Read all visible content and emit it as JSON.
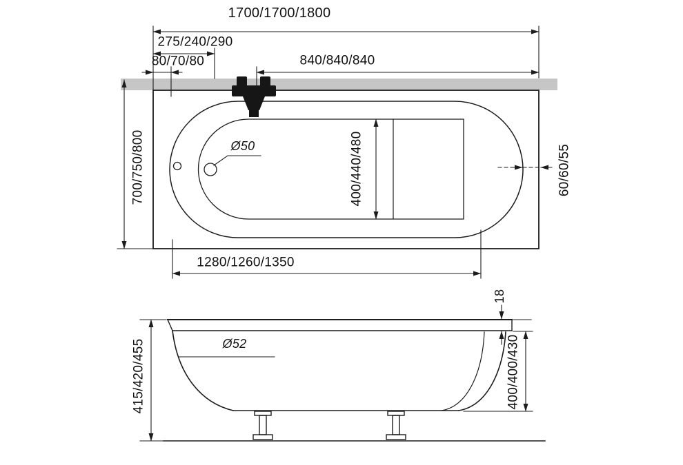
{
  "colors": {
    "line": "#1c1c1c",
    "wall_strip": "#c6c6c6",
    "background": "#ffffff"
  },
  "top_view": {
    "overall_length": "1700/1700/1800",
    "drain_offset": "275/240/290",
    "head_rim": "80/70/80",
    "faucet_span": "840/840/840",
    "overall_width": "700/750/800",
    "inner_width": "400/440/480",
    "foot_rim": "60/60/55",
    "inner_length": "1280/1260/1350",
    "drain_diameter": "Ø50"
  },
  "side_view": {
    "rim_thickness": "18",
    "overall_height": "415/420/455",
    "depth": "400/400/430",
    "drain_diameter": "Ø52"
  }
}
